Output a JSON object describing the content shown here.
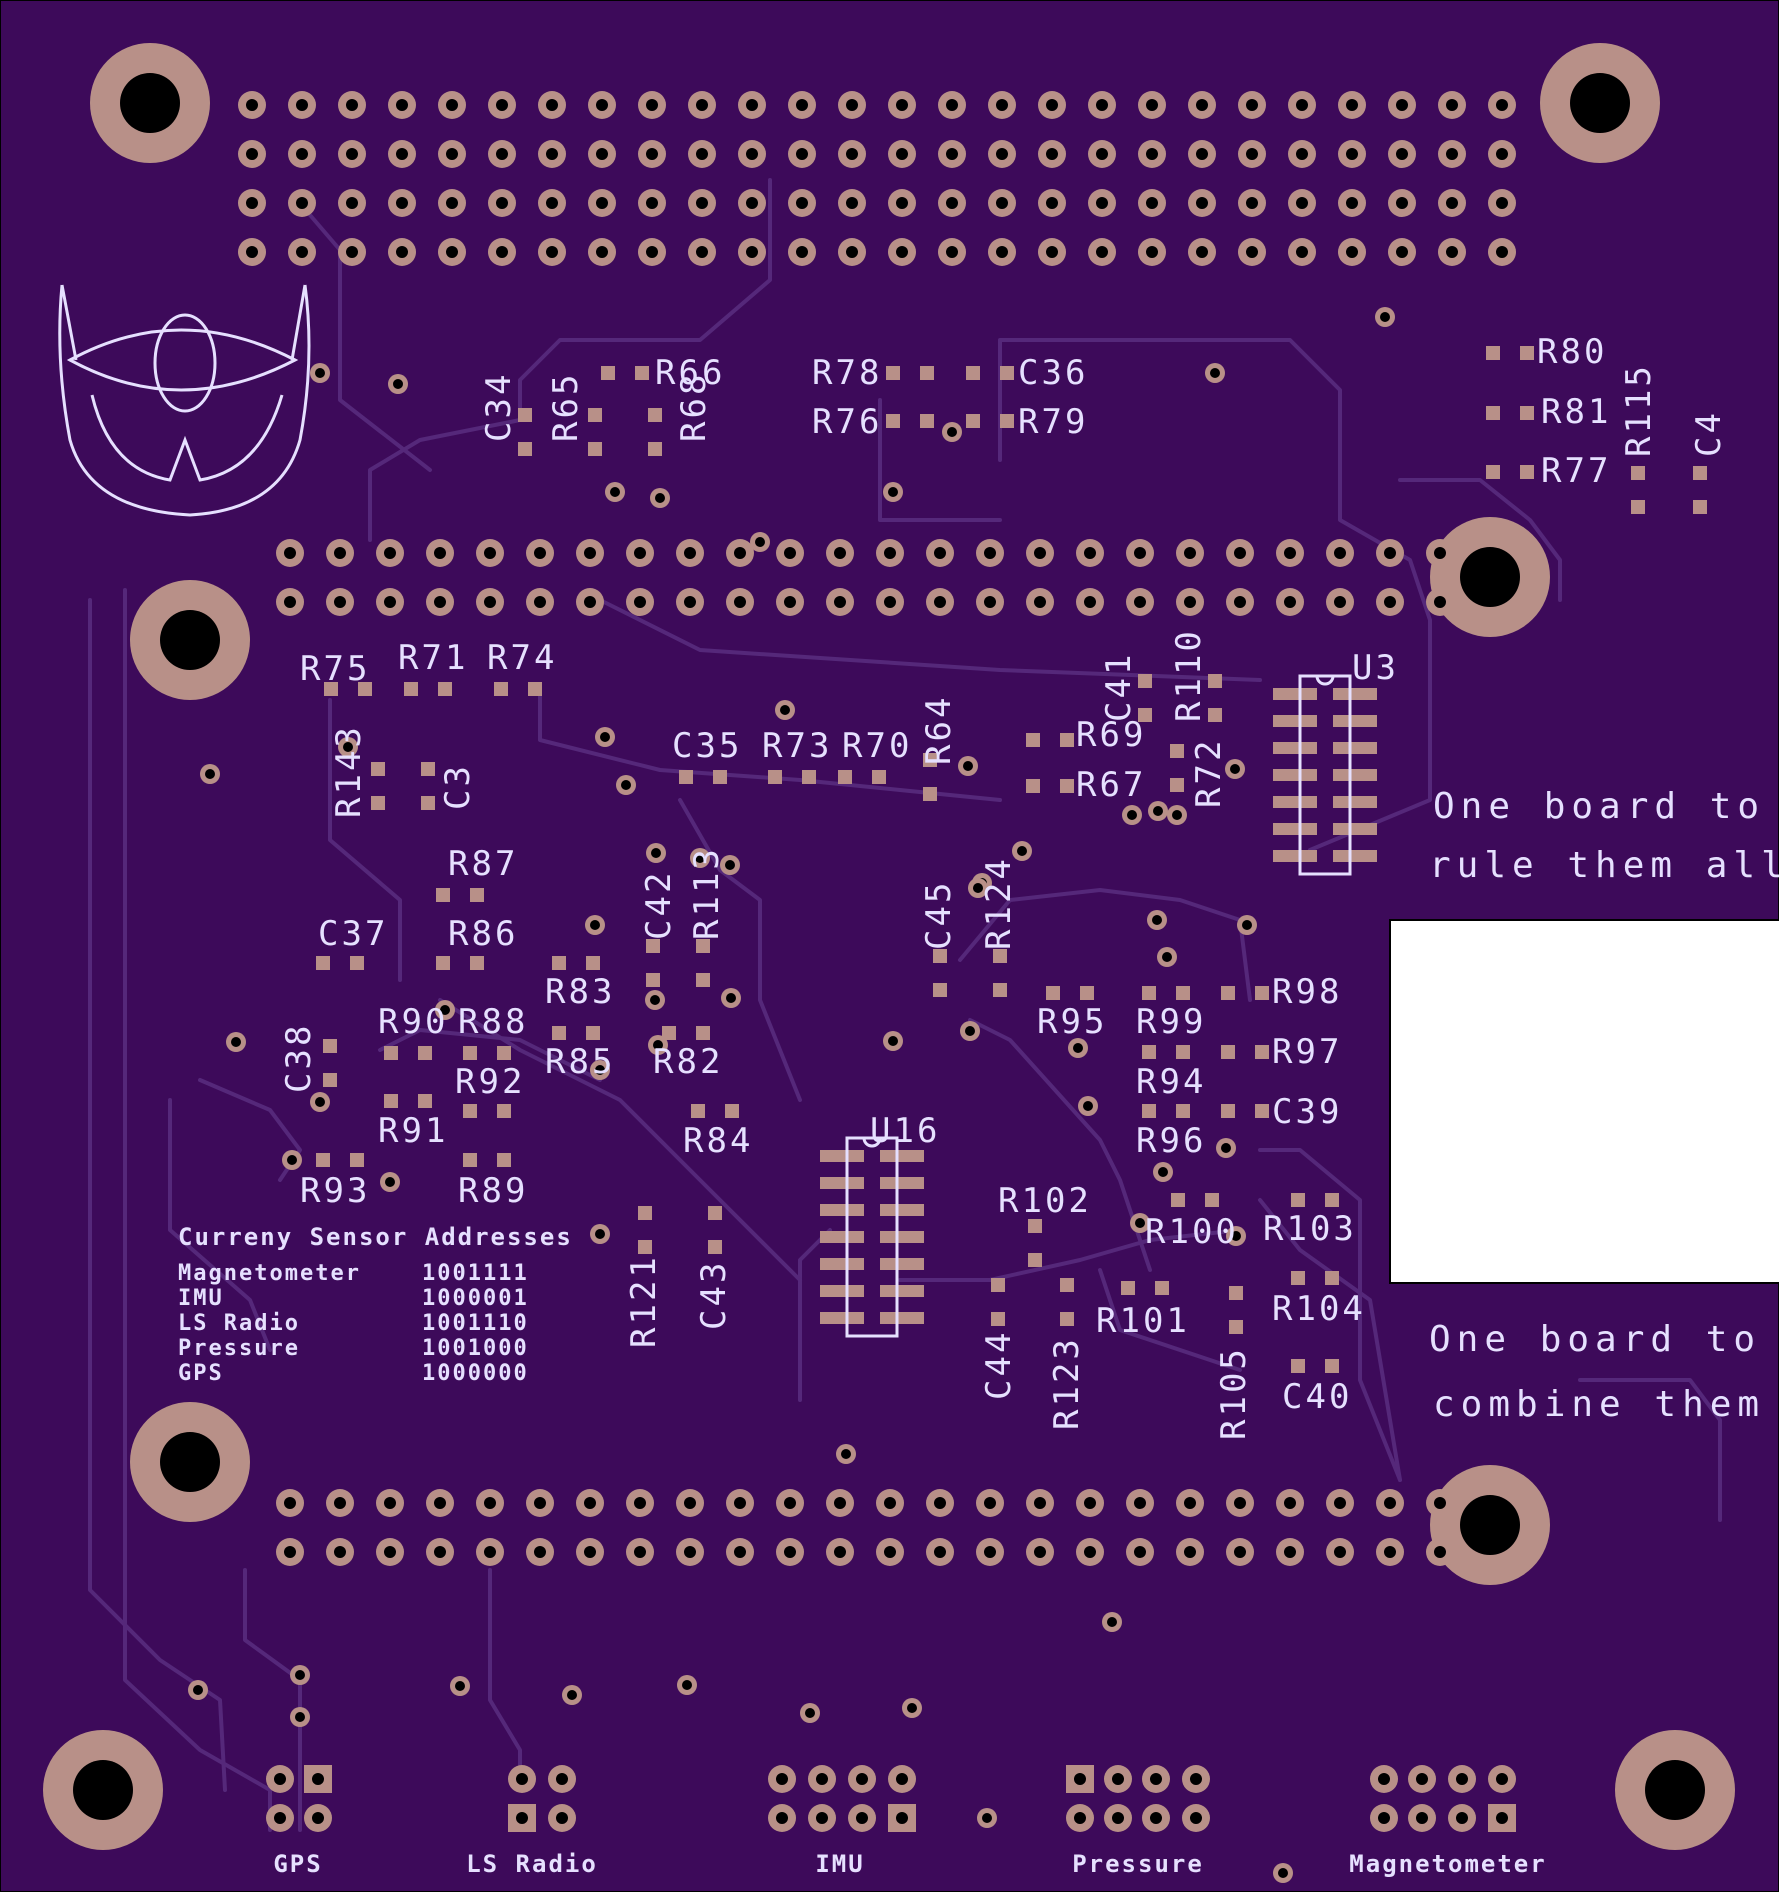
{
  "board": {
    "colors": {
      "substrate": "#3d0a5a",
      "copper_trace": "#55287a",
      "pad": "#b89088",
      "silkscreen": "#e6e0ff",
      "drill": "#000000",
      "cutout": "#ffffff"
    },
    "components": [
      {
        "id": "c-R66",
        "text": "R66"
      },
      {
        "id": "c-R78",
        "text": "R78"
      },
      {
        "id": "c-C36",
        "text": "C36"
      },
      {
        "id": "c-R76",
        "text": "R76"
      },
      {
        "id": "c-R79",
        "text": "R79"
      },
      {
        "id": "c-R80",
        "text": "R80"
      },
      {
        "id": "c-R81",
        "text": "R81"
      },
      {
        "id": "c-R77",
        "text": "R77"
      },
      {
        "id": "c-R115",
        "text": "R115"
      },
      {
        "id": "c-C4",
        "text": "C4"
      },
      {
        "id": "c-C34",
        "text": "C34"
      },
      {
        "id": "c-R65",
        "text": "R65"
      },
      {
        "id": "c-R68",
        "text": "R68"
      },
      {
        "id": "c-R75",
        "text": "R75"
      },
      {
        "id": "c-R71",
        "text": "R71"
      },
      {
        "id": "c-R74",
        "text": "R74"
      },
      {
        "id": "c-R143",
        "text": "R143"
      },
      {
        "id": "c-C3",
        "text": "C3"
      },
      {
        "id": "c-C35",
        "text": "C35"
      },
      {
        "id": "c-R73",
        "text": "R73"
      },
      {
        "id": "c-R70",
        "text": "R70"
      },
      {
        "id": "c-R64",
        "text": "R64"
      },
      {
        "id": "c-C41",
        "text": "C41"
      },
      {
        "id": "c-R110",
        "text": "R110"
      },
      {
        "id": "c-U3",
        "text": "U3"
      },
      {
        "id": "c-R69",
        "text": "R69"
      },
      {
        "id": "c-R67",
        "text": "R67"
      },
      {
        "id": "c-R72",
        "text": "R72"
      },
      {
        "id": "c-R87",
        "text": "R87"
      },
      {
        "id": "c-C37",
        "text": "C37"
      },
      {
        "id": "c-R86",
        "text": "R86"
      },
      {
        "id": "c-C42",
        "text": "C42"
      },
      {
        "id": "c-R113",
        "text": "R113"
      },
      {
        "id": "c-C45",
        "text": "C45"
      },
      {
        "id": "c-R124",
        "text": "R124"
      },
      {
        "id": "c-R83",
        "text": "R83"
      },
      {
        "id": "c-R98",
        "text": "R98"
      },
      {
        "id": "c-R95",
        "text": "R95"
      },
      {
        "id": "c-R99",
        "text": "R99"
      },
      {
        "id": "c-R90",
        "text": "R90"
      },
      {
        "id": "c-R88",
        "text": "R88"
      },
      {
        "id": "c-R85",
        "text": "R85"
      },
      {
        "id": "c-R82",
        "text": "R82"
      },
      {
        "id": "c-R97",
        "text": "R97"
      },
      {
        "id": "c-C38",
        "text": "C38"
      },
      {
        "id": "c-R92",
        "text": "R92"
      },
      {
        "id": "c-R94",
        "text": "R94"
      },
      {
        "id": "c-R91",
        "text": "R91"
      },
      {
        "id": "c-R84",
        "text": "R84"
      },
      {
        "id": "c-U16",
        "text": "U16"
      },
      {
        "id": "c-C39",
        "text": "C39"
      },
      {
        "id": "c-R96",
        "text": "R96"
      },
      {
        "id": "c-R93",
        "text": "R93"
      },
      {
        "id": "c-R89",
        "text": "R89"
      },
      {
        "id": "c-R102",
        "text": "R102"
      },
      {
        "id": "c-R100",
        "text": "R100"
      },
      {
        "id": "c-R103",
        "text": "R103"
      },
      {
        "id": "c-R121",
        "text": "R121"
      },
      {
        "id": "c-C43",
        "text": "C43"
      },
      {
        "id": "c-R104",
        "text": "R104"
      },
      {
        "id": "c-R101",
        "text": "R101"
      },
      {
        "id": "c-C44",
        "text": "C44"
      },
      {
        "id": "c-R123",
        "text": "R123"
      },
      {
        "id": "c-R105",
        "text": "R105"
      },
      {
        "id": "c-C40",
        "text": "C40"
      }
    ],
    "notes": [
      {
        "id": "n1",
        "text": "One board to"
      },
      {
        "id": "n2",
        "text": "rule them all"
      },
      {
        "id": "n3",
        "text": "One board to"
      },
      {
        "id": "n4",
        "text": "combine them"
      }
    ],
    "address_table": {
      "title": "Curreny Sensor Addresses",
      "rows": [
        {
          "id": "a0",
          "name": "Magnetometer",
          "code": "1001111"
        },
        {
          "id": "a1",
          "name": "IMU",
          "code": "1000001"
        },
        {
          "id": "a2",
          "name": "LS Radio",
          "code": "1001110"
        },
        {
          "id": "a3",
          "name": "Pressure",
          "code": "1001000"
        },
        {
          "id": "a4",
          "name": "GPS",
          "code": "1000000"
        }
      ]
    },
    "connectors": [
      {
        "id": "k-gps",
        "text": "GPS"
      },
      {
        "id": "k-ls",
        "text": "LS Radio"
      },
      {
        "id": "k-imu",
        "text": "IMU"
      },
      {
        "id": "k-pressure",
        "text": "Pressure"
      },
      {
        "id": "k-mag",
        "text": "Magnetometer"
      }
    ]
  }
}
